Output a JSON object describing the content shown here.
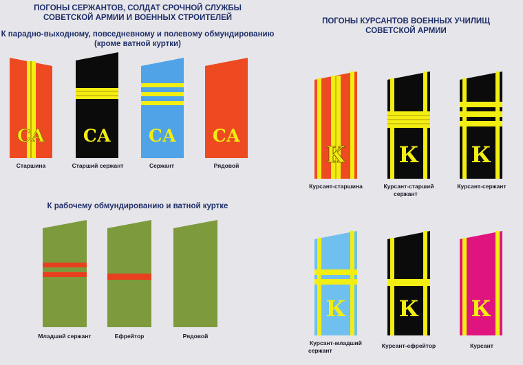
{
  "left_title": [
    "ПОГОНЫ СЕРЖАНТОВ, СОЛДАТ СРОЧНОЙ СЛУЖБЫ",
    "СОВЕТСКОЙ АРМИИ И ВОЕННЫХ СТРОИТЕЛЕЙ"
  ],
  "right_title": [
    "ПОГОНЫ КУРСАНТОВ ВОЕННЫХ УЧИЛИЩ",
    "СОВЕТСКОЙ АРМИИ"
  ],
  "parade_heading": [
    "К парадно-выходному, повседневному и полевому обмундированию",
    "(кроме ватной куртки)"
  ],
  "work_heading": "К рабочему обмундированию и ватной куртке",
  "strap_letters": {
    "army": "СА",
    "cadet": "К"
  },
  "colors": {
    "red": "#ee4a22",
    "black": "#0b0b0b",
    "blue": "#4fa3e6",
    "olive": "#7d9a3d",
    "gold": "#f2ee12",
    "field_red": "#e8401e",
    "cadet_blue": "#6fc0ee",
    "magenta": "#e0147f"
  },
  "army_straps": [
    {
      "rank": "Старшина",
      "background": "red"
    },
    {
      "rank": "Старший сержант",
      "background": "black"
    },
    {
      "rank": "Сержант",
      "background": "blue"
    },
    {
      "rank": "Рядовой",
      "background": "red"
    }
  ],
  "work_straps": [
    {
      "rank": "Младший сержант",
      "background": "olive"
    },
    {
      "rank": "Ефрейтор",
      "background": "olive"
    },
    {
      "rank": "Рядовой",
      "background": "olive"
    }
  ],
  "cadet_straps": [
    {
      "rank": [
        "Курсант-старшина"
      ],
      "background": "red"
    },
    {
      "rank": [
        "Курсант-старший",
        "сержант"
      ],
      "background": "black"
    },
    {
      "rank": [
        "Курсант-сержант"
      ],
      "background": "black"
    },
    {
      "rank": [
        "Курсант-младший",
        "сержант"
      ],
      "background": "cadet_blue"
    },
    {
      "rank": [
        "Курсант-ефрейтор"
      ],
      "background": "black"
    },
    {
      "rank": [
        "Курсант"
      ],
      "background": "magenta"
    }
  ]
}
